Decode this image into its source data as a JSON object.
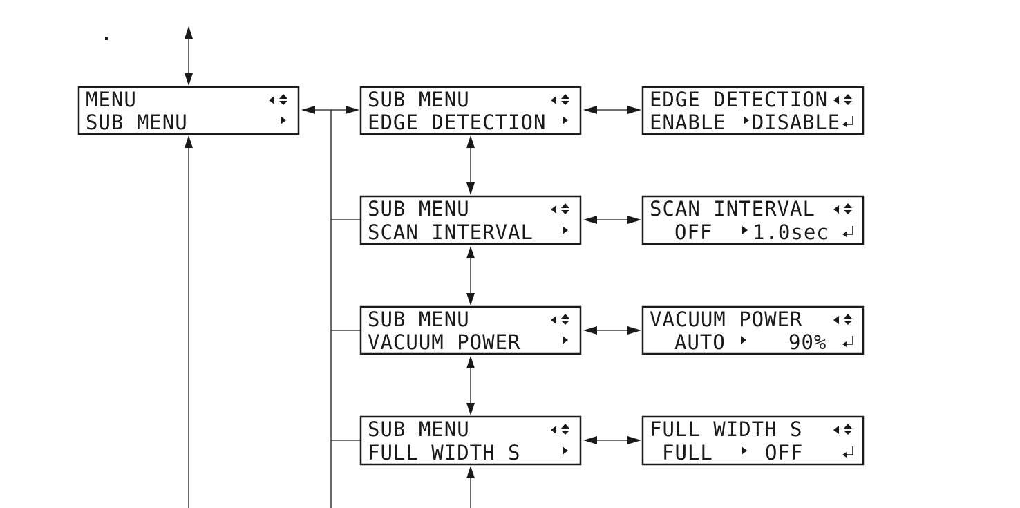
{
  "screens": {
    "menu": {
      "line1": "MENU",
      "line2": "SUB MENU"
    },
    "sub_edge": {
      "line1": "SUB MENU",
      "line2": "EDGE DETECTION"
    },
    "sub_scan": {
      "line1": "SUB MENU",
      "line2": "SCAN INTERVAL"
    },
    "sub_vacuum": {
      "line1": "SUB MENU",
      "line2": "VACUUM POWER"
    },
    "sub_full": {
      "line1": "SUB MENU",
      "line2": "FULL WIDTH S"
    },
    "set_edge": {
      "line1": "EDGE DETECTION",
      "line2_left": "ENABLE",
      "line2_right": "DISABLE"
    },
    "set_scan": {
      "line1": "SCAN INTERVAL",
      "line2_left": "OFF",
      "line2_right": "1.0sec"
    },
    "set_vacuum": {
      "line1": "VACUUM POWER",
      "line2_left": "AUTO",
      "line2_right": "90%"
    },
    "set_full": {
      "line1": "FULL WIDTH S",
      "line2_left": "FULL",
      "line2_right": "OFF"
    }
  },
  "icons": {
    "nav_left_updown": "left-arrow-and-up-down-arrow-icon",
    "nav_right": "right-arrow-icon",
    "enter": "enter-icon"
  },
  "colors": {
    "ink": "#1a1a1a",
    "background": "#ffffff"
  }
}
